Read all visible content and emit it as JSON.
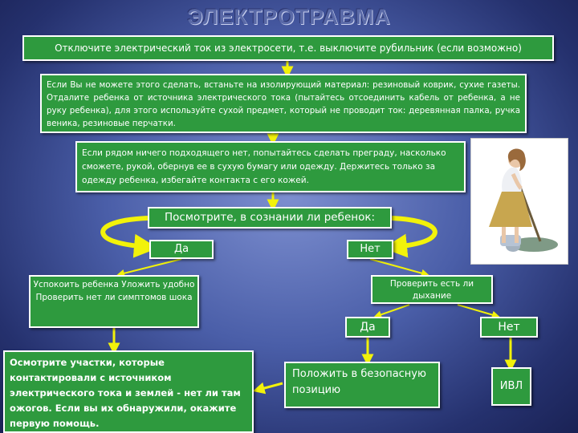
{
  "title": "ЭЛЕКТРОТРАВМА",
  "step1": "Отключите электрический ток из электросети, т.е. выключите рубильник (если возможно)",
  "step2": "Если Вы не можете этого сделать, встаньте на изолирующий материал: резиновый коврик, сухие газеты. Отдалите ребенка от источника электрического тока (пытайтесь отсоединить кабель от ребенка, а не руку ребенка), для этого используйте сухой предмет, который не проводит ток: деревянная палка, ручка веника, резиновые перчатки.",
  "step3": "Если рядом ничего подходящего нет, попытайтесь сделать преграду, насколько сможете, рукой, обернув ее в сухую бумагу или одежду. Держитесь только за одежду ребенка, избегайте контакта с его кожей.",
  "question": "Посмотрите, в сознании ли ребенок:",
  "yes": "Да",
  "no": "Нет",
  "yes_actions": "Успокоить ребенка Уложить удобно Проверить нет ли симптомов шока",
  "check_breathing": "Проверить есть ли дыхание",
  "breath_yes": "Да",
  "breath_no": "Нет",
  "inspect": "Осмотрите участки, которые контактировали с источником электрического тока и землей - нет ли там ожогов. Если вы их обнаружили, окажите первую помощь.",
  "safe_position": "Положить в безопасную позицию",
  "ivl": "ИВЛ",
  "colors": {
    "box": "#2e9a3e",
    "arrow": "#f2f20a",
    "border": "#ffffff"
  }
}
